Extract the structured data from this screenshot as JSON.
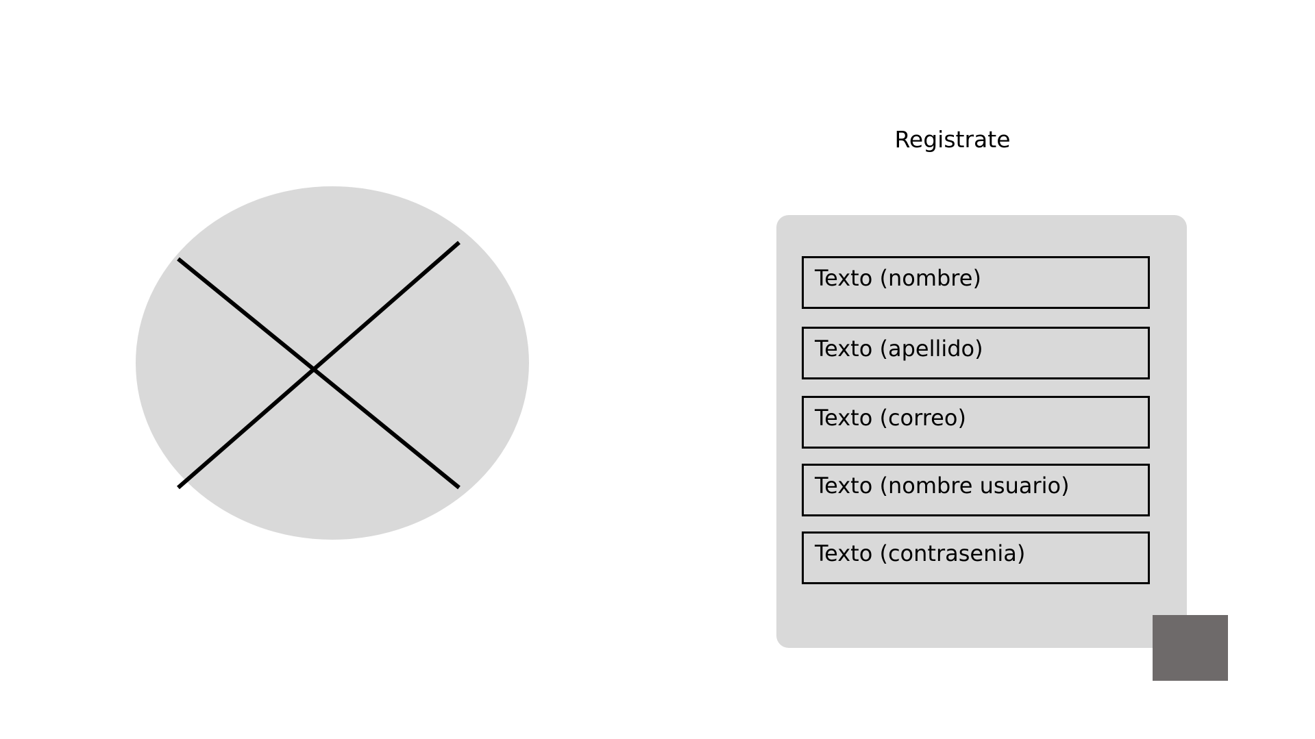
{
  "header": {
    "title": "Registrate"
  },
  "image_placeholder": {
    "icon": "image-placeholder-x-icon",
    "fill_color": "#d9d9d9",
    "stroke_color": "#000000"
  },
  "form": {
    "panel_color": "#d9d9d9",
    "fields": [
      {
        "placeholder": "Texto (nombre)"
      },
      {
        "placeholder": "Texto (apellido)"
      },
      {
        "placeholder": "Texto (correo)"
      },
      {
        "placeholder": "Texto (nombre usuario)"
      },
      {
        "placeholder": "Texto (contrasenia)"
      }
    ],
    "submit_color": "#6e6a6a"
  }
}
